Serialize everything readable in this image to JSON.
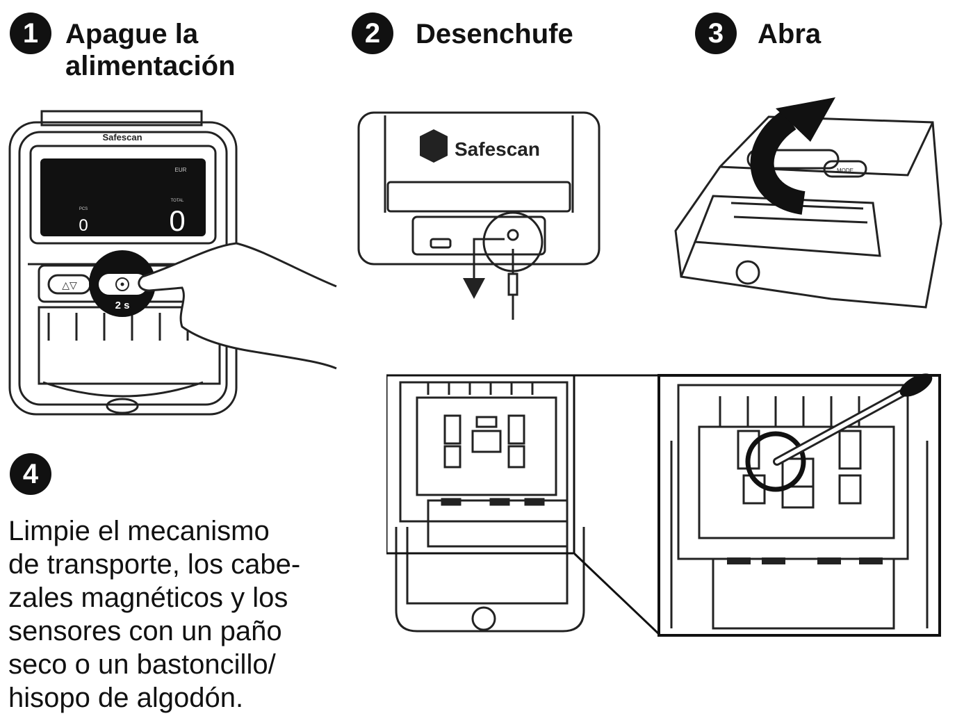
{
  "steps": [
    {
      "number": "1",
      "title": "Apague la\nalimentación"
    },
    {
      "number": "2",
      "title": "Desenchufe"
    },
    {
      "number": "3",
      "title": "Abra"
    },
    {
      "number": "4",
      "text": "Limpie el mecanismo\nde transporte, los cabe-\nzales magnéticos y los\nsensores con un paño\nseco o un bastoncillo/\nhisopo de algodón."
    }
  ],
  "device": {
    "brand": "Safescan",
    "display_currency": "EUR",
    "display_left_label": "PCS",
    "display_right_label": "TOTAL",
    "display_left_value": "0",
    "display_right_value": "0",
    "hold_time": "2 s",
    "arrow_keys": "△▽",
    "top_button": "MODE"
  },
  "icons": {
    "step1": "power-button-icon",
    "step2": "unplug-arrow-icon",
    "step3": "open-lid-arrow-icon"
  }
}
